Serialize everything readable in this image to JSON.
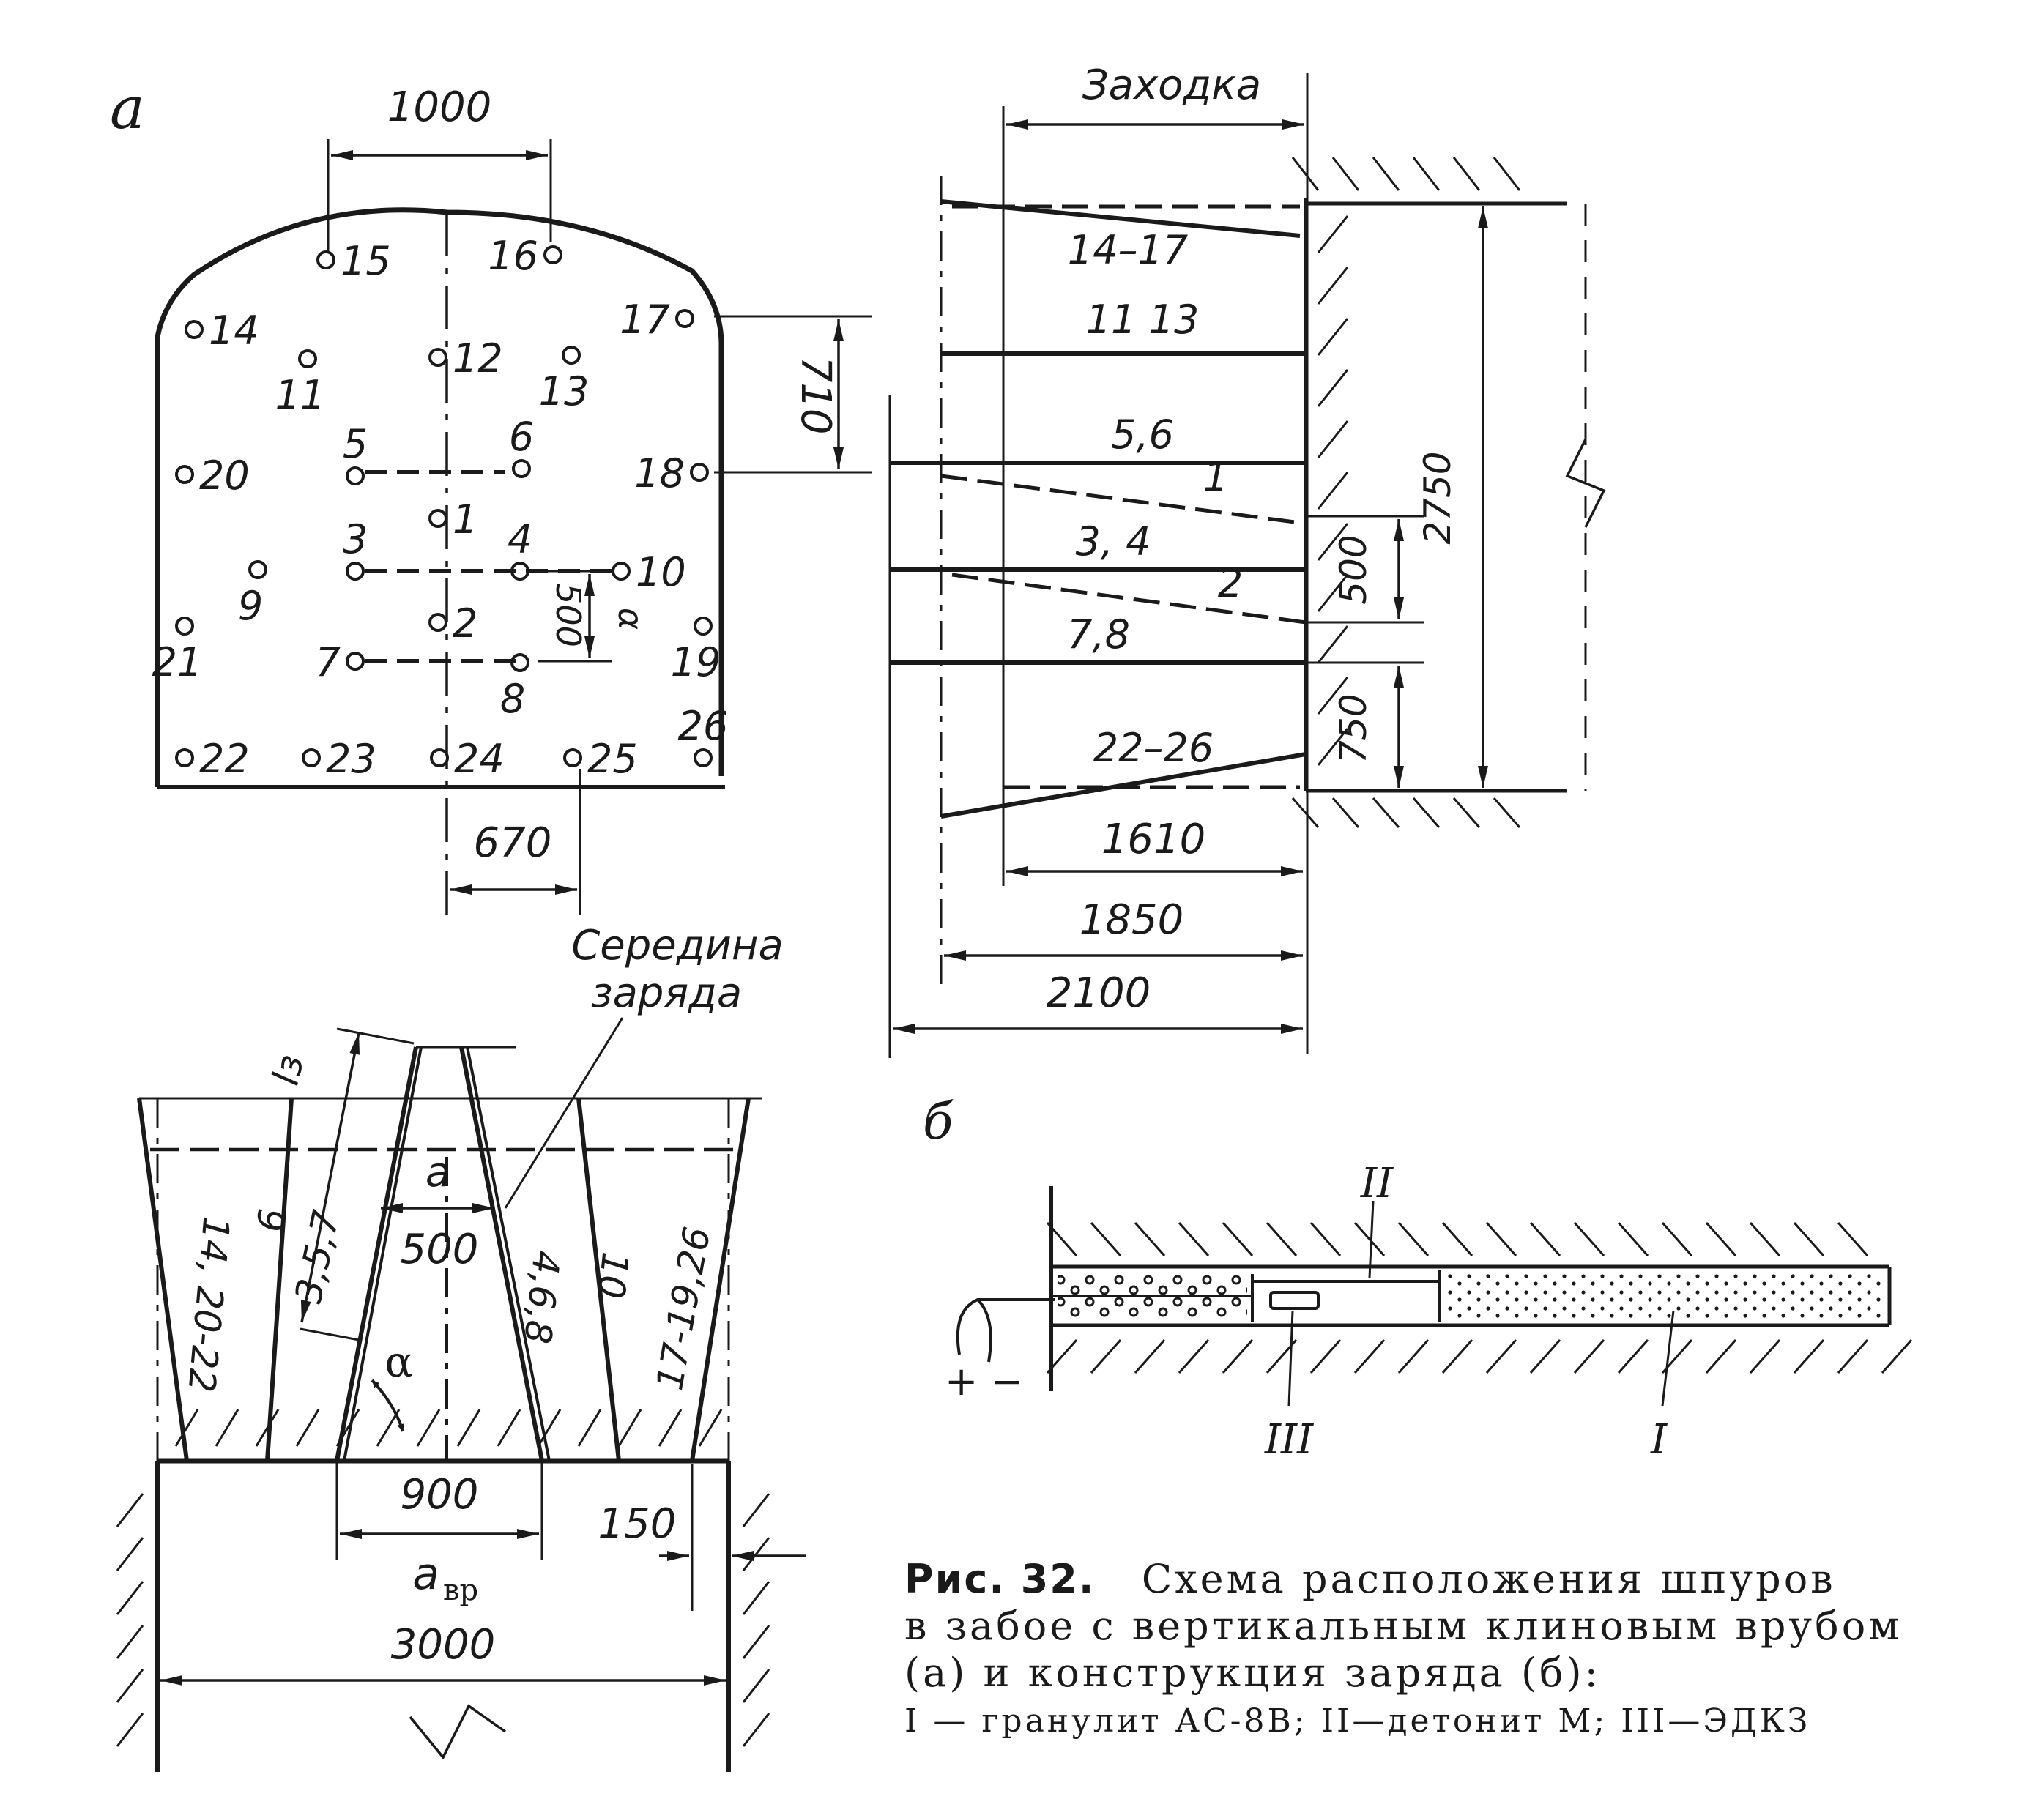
{
  "panel_labels": {
    "a": "а",
    "b": "б"
  },
  "face": {
    "width_label": "1000",
    "holes": [
      {
        "label": "15",
        "pos": "top"
      },
      {
        "label": "16",
        "pos": "top"
      },
      {
        "label": "14"
      },
      {
        "label": "17"
      },
      {
        "label": "11"
      },
      {
        "label": "12"
      },
      {
        "label": "13"
      },
      {
        "label": "5"
      },
      {
        "label": "6"
      },
      {
        "label": "20"
      },
      {
        "label": "18"
      },
      {
        "label": "1"
      },
      {
        "label": "3"
      },
      {
        "label": "4"
      },
      {
        "label": "10"
      },
      {
        "label": "9"
      },
      {
        "label": "2"
      },
      {
        "label": "21"
      },
      {
        "label": "19"
      },
      {
        "label": "7"
      },
      {
        "label": "8"
      },
      {
        "label": "26"
      },
      {
        "label": "22"
      },
      {
        "label": "23"
      },
      {
        "label": "24"
      },
      {
        "label": "25"
      }
    ],
    "dims": {
      "d710": "710",
      "d500": "500",
      "alpha": "α",
      "d670": "670"
    }
  },
  "section": {
    "title": "Заходка",
    "groups": [
      "14–17",
      "11 13",
      "5,6",
      "1",
      "3, 4",
      "2",
      "7,8",
      "22–26"
    ],
    "dims": {
      "d500": "500",
      "d750": "750",
      "d2750": "2750",
      "d1610": "1610",
      "d1850": "1850",
      "d2100": "2100"
    }
  },
  "plan": {
    "callout": [
      "Середина",
      "заряда"
    ],
    "lz": "lз",
    "a": "a",
    "d500": "500",
    "alpha": "α",
    "d900": "900",
    "avr_main": "a",
    "avr_sub": "вр",
    "d150": "150",
    "d3000": "3000",
    "groups": [
      "14, 20-22",
      "9",
      "3,5,7",
      "4,6,8",
      "10",
      "17-19,26"
    ]
  },
  "charge": {
    "II": "II",
    "III": "III",
    "I": "I",
    "pm": "+ −"
  },
  "caption": {
    "title": "Рис. 32.",
    "line1": "Схема расположения шпуров",
    "line2": "в забое с вертикальным клиновым врубом",
    "line3": "(a) и конструкция заряда (б):",
    "legend": "I — гранулит АС-8В; II—детонит М; III—ЭДКЗ"
  }
}
